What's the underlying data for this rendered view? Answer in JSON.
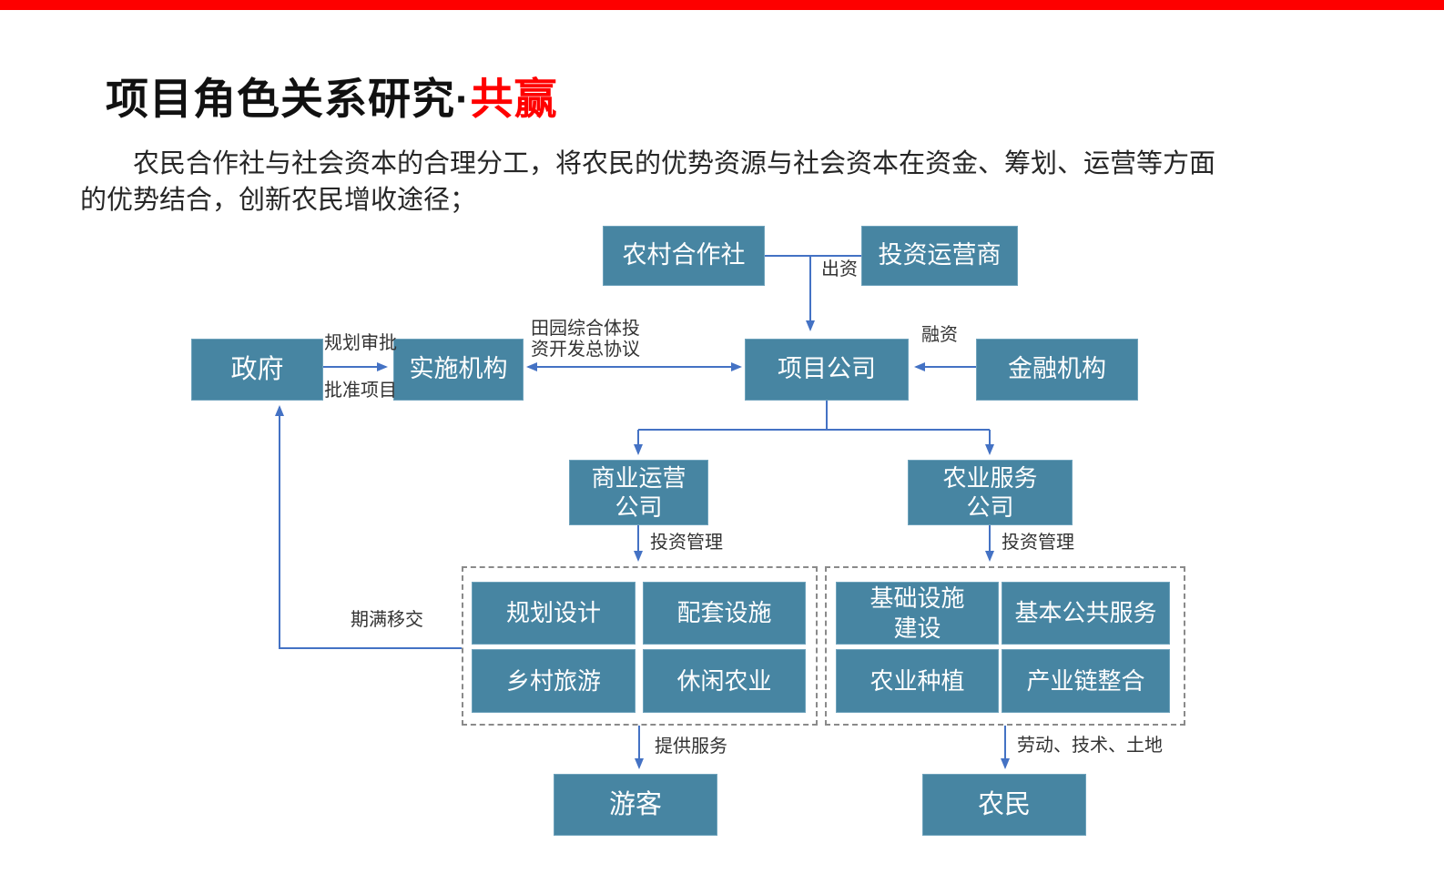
{
  "slide": {
    "title_main": "项目角色关系研究·",
    "title_accent": "共赢",
    "intro_line1": "农民合作社与社会资本的合理分工，将农民的优势资源与社会资本在资金、筹划、运营等方面",
    "intro_line2": "的优势结合，创新农民增收途径；"
  },
  "colors": {
    "top_bar": "#fe0000",
    "title_accent": "#ff0000",
    "node_fill": "#4785a2",
    "node_text": "#ffffff",
    "connector": "#4472c4",
    "dashed_border": "#8a8a8a",
    "edge_label_text": "#333333"
  },
  "nodes": {
    "village_cooperative": "农村合作社",
    "investment_operator": "投资运营商",
    "government": "政府",
    "implementing_agency": "实施机构",
    "project_company": "项目公司",
    "financial_institution": "金融机构",
    "commercial_operation_company": "商业运营\n公司",
    "agricultural_service_company": "农业服务\n公司",
    "planning_design": "规划设计",
    "supporting_facilities": "配套设施",
    "rural_tourism": "乡村旅游",
    "leisure_agriculture": "休闲农业",
    "infrastructure_construction": "基础设施\n建设",
    "basic_public_services": "基本公共服务",
    "agricultural_planting": "农业种植",
    "industry_chain_integration": "产业链整合",
    "tourists": "游客",
    "farmers": "农民"
  },
  "edge_labels": {
    "capital_contribution": "出资",
    "financing": "融资",
    "planning_approval": "规划审批",
    "project_approval": "批准项目",
    "master_agreement": "田园综合体投\n资开发总协议",
    "investment_management_left": "投资管理",
    "investment_management_right": "投资管理",
    "expiry_transfer": "期满移交",
    "provide_services": "提供服务",
    "labor_technology_land": "劳动、技术、土地"
  }
}
